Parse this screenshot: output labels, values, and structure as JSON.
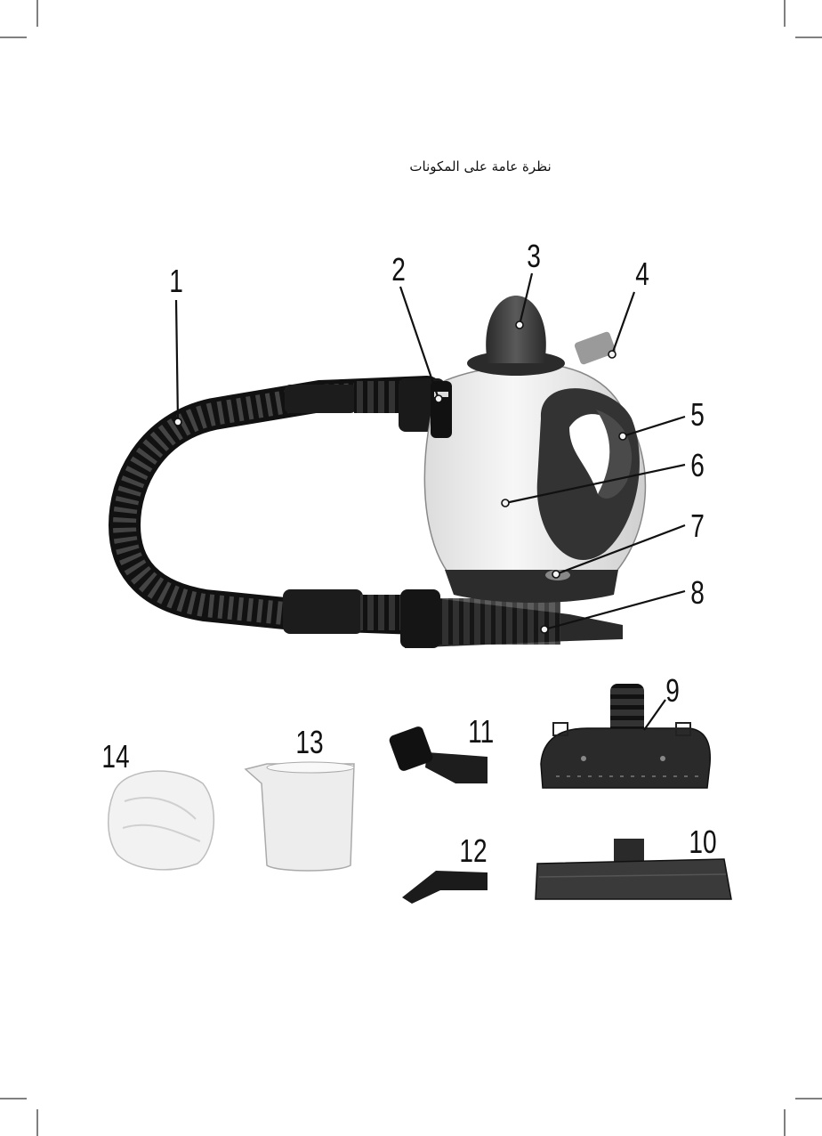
{
  "header": {
    "title": "نظرة عامة على المكونات"
  },
  "callouts": {
    "c1": "1",
    "c2": "2",
    "c3": "3",
    "c4": "4",
    "c5": "5",
    "c6": "6",
    "c7": "7",
    "c8": "8",
    "c9": "9",
    "c10": "10",
    "c11": "11",
    "c12": "12",
    "c13": "13",
    "c14": "14"
  }
}
